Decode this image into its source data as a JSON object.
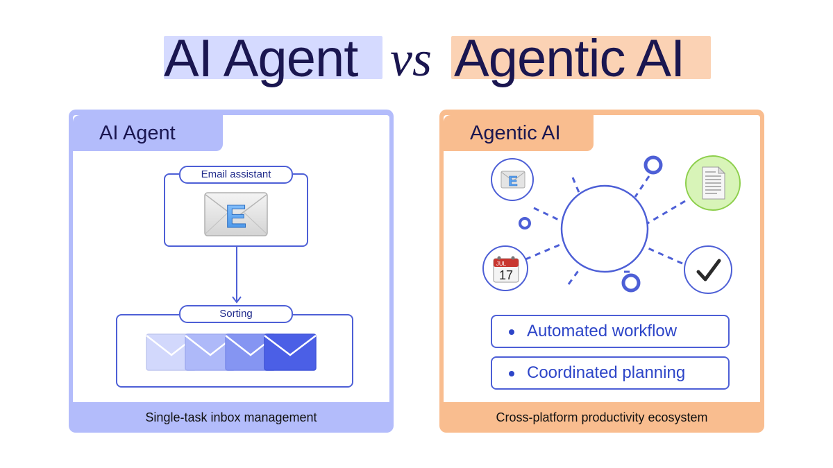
{
  "title": {
    "left": "AI Agent",
    "vs": "vs",
    "right": "Agentic AI"
  },
  "left_panel": {
    "heading": "AI Agent",
    "email_label": "Email assistant",
    "email_icon_letter": "E",
    "sorting_label": "Sorting",
    "footer": "Single-task inbox management"
  },
  "right_panel": {
    "heading": "Agentic AI",
    "email_icon_letter": "E",
    "calendar_month": "JUL",
    "calendar_day": "17",
    "features": [
      "Automated workflow",
      "Coordinated planning"
    ],
    "footer": "Cross-platform productivity ecosystem"
  },
  "colors": {
    "ai_agent_accent": "#b3bcfb",
    "agentic_ai_accent": "#f9bd8f",
    "line_blue": "#4d5fd6",
    "text_dark": "#1a1650"
  },
  "icons": [
    "envelope-icon",
    "document-icon",
    "calendar-icon",
    "checkmark-icon"
  ]
}
